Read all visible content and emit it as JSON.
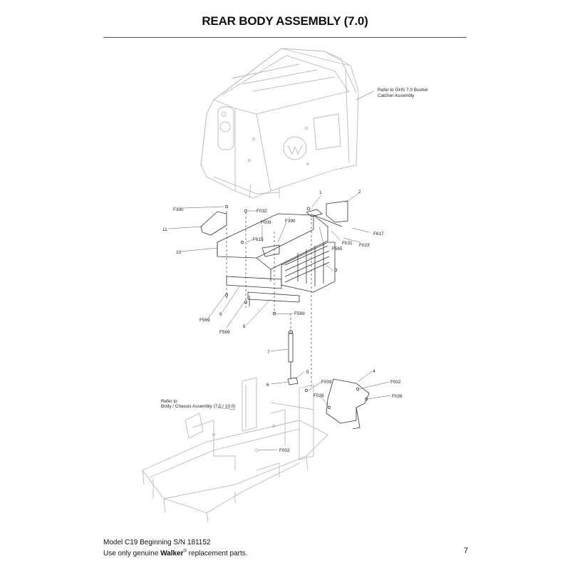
{
  "page": {
    "title": "REAR BODY ASSEMBLY (7.0)"
  },
  "callouts": {
    "refer_bushel_line1": "Refer to GHS 7.0 Bushel",
    "refer_bushel_line2": "Catcher Assembly",
    "refer_chassis_line1": "Refer to",
    "refer_chassis_line2": "Body / Chassis Assembly (7.0 / 10.0)",
    "labels": [
      "F390",
      "11",
      "10",
      "F032",
      "F009",
      "F615",
      "F390",
      "1",
      "2",
      "F617",
      "F023",
      "F031",
      "F565",
      "3",
      "F569",
      "9",
      "F569",
      "8",
      "F569",
      "7",
      "5",
      "6",
      "F009",
      "4",
      "F002",
      "F026",
      "F026",
      "F002"
    ]
  },
  "footer": {
    "model_line": "Model C19 Beginning S/N 181152",
    "use_prefix": "Use only genuine ",
    "brand": "Walker",
    "reg_mark": "®",
    "use_suffix": " replacement parts.",
    "page_number": "7"
  }
}
